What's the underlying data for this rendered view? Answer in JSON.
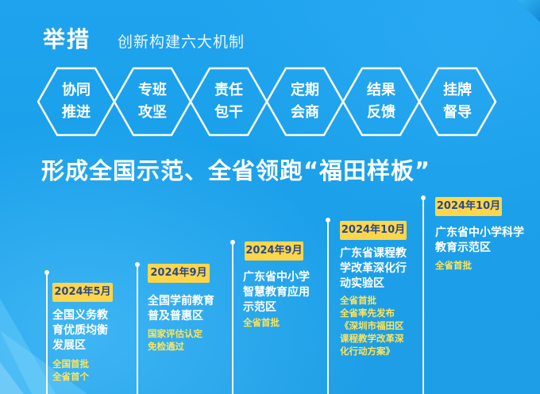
{
  "header": {
    "title": "举措",
    "subtitle": "创新构建六大机制"
  },
  "mechanisms": [
    {
      "line1": "协同",
      "line2": "推进"
    },
    {
      "line1": "专班",
      "line2": "攻坚"
    },
    {
      "line1": "责任",
      "line2": "包干"
    },
    {
      "line1": "定期",
      "line2": "会商"
    },
    {
      "line1": "结果",
      "line2": "反馈"
    },
    {
      "line1": "挂牌",
      "line2": "督导"
    }
  ],
  "headline": "形成全国示范、全省领跑“福田样板”",
  "milestones": [
    {
      "date": "2024年5月",
      "title": [
        "全国义务教",
        "育优质均衡",
        "发展区"
      ],
      "notes": [
        "全国首批",
        "全省首个"
      ]
    },
    {
      "date": "2024年9月",
      "title": [
        "全国学前教育",
        "普及普惠区"
      ],
      "notes": [
        "国家评估认定",
        "免检通过"
      ]
    },
    {
      "date": "2024年9月",
      "title": [
        "广东省中小学",
        "智慧教育应用",
        "示范区"
      ],
      "notes": [
        "全省首批"
      ]
    },
    {
      "date": "2024年10月",
      "title": [
        "广东省课程教",
        "学改革深化行",
        "动实验区"
      ],
      "notes": [
        "全省首批",
        "全省率先发布",
        "《深圳市福田区",
        "课程教学改革深",
        "化行动方案》"
      ]
    },
    {
      "date": "2024年10月",
      "title": [
        "广东省中小学科学",
        "教育示范区"
      ],
      "notes": [
        "全省首批"
      ]
    }
  ],
  "colors": {
    "background": "#1fa3ee",
    "tag": "#ffd64a",
    "note": "#ffe45a",
    "text": "#ffffff"
  }
}
